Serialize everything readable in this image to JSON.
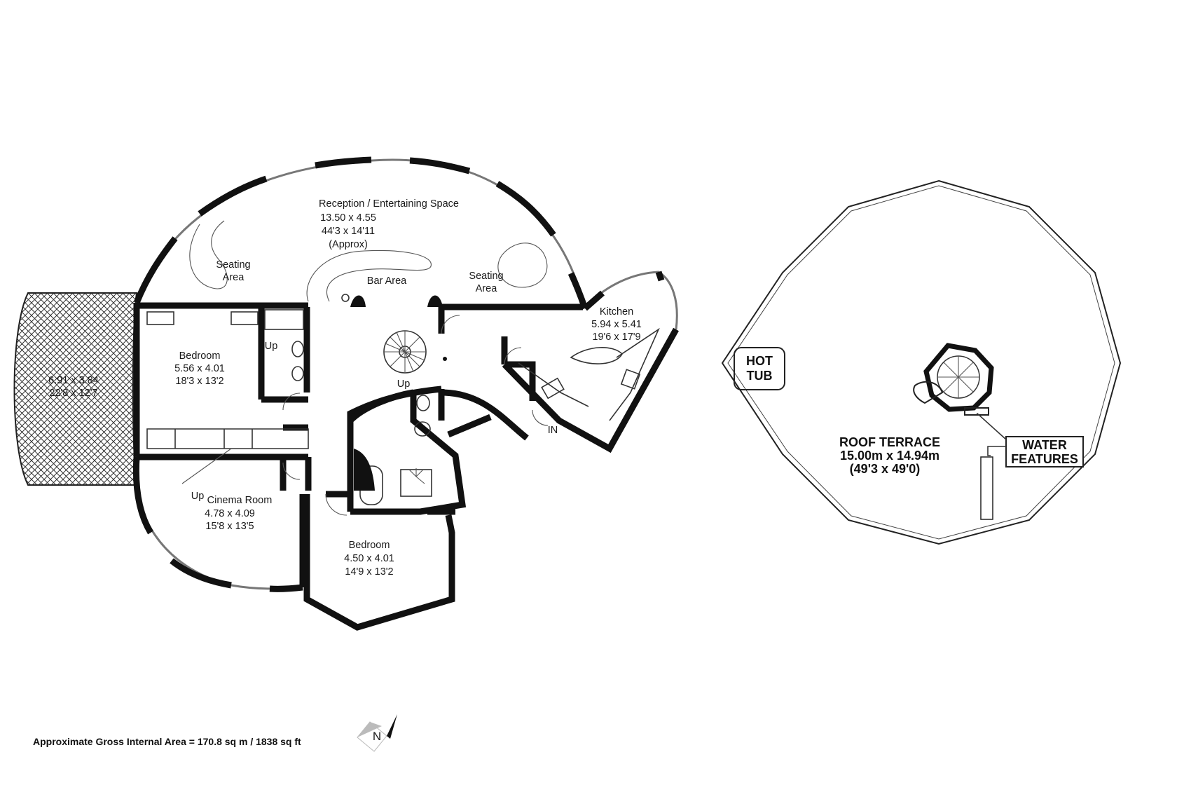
{
  "footer": {
    "gross_area": "Approximate Gross Internal Area = 170.8 sq m / 1838 sq ft"
  },
  "compass": {
    "label": "N"
  },
  "rooms": {
    "reception": {
      "name": "Reception / Entertaining Space",
      "metric": "13.50 x 4.55",
      "imperial": "44'3 x 14'11",
      "note": "(Approx)"
    },
    "seating_left": {
      "line1": "Seating",
      "line2": "Area"
    },
    "bar": {
      "name": "Bar Area"
    },
    "seating_right": {
      "line1": "Seating",
      "line2": "Area"
    },
    "kitchen": {
      "name": "Kitchen",
      "metric": "5.94 x 5.41",
      "imperial": "19'6 x 17'9"
    },
    "terrace": {
      "metric": "6.91 x 3.84",
      "imperial": "22'8 x 12'7"
    },
    "bedroom1": {
      "name": "Bedroom",
      "metric": "5.56 x 4.01",
      "imperial": "18'3 x 13'2"
    },
    "cinema": {
      "name": "Cinema Room",
      "metric": "4.78 x 4.09",
      "imperial": "15'8 x 13'5"
    },
    "bedroom2": {
      "name": "Bedroom",
      "metric": "4.50 x 4.01",
      "imperial": "14'9 x 13'2"
    }
  },
  "markers": {
    "up_bath": "Up",
    "up_stair": "Up",
    "up_cinema": "Up",
    "entrance": "IN"
  },
  "roof": {
    "hot_tub_1": "HOT",
    "hot_tub_2": "TUB",
    "terrace_title": "ROOF TERRACE",
    "terrace_metric": "15.00m x 14.94m",
    "terrace_imperial": "(49'3 x 49'0)",
    "water_1": "WATER",
    "water_2": "FEATURES"
  }
}
